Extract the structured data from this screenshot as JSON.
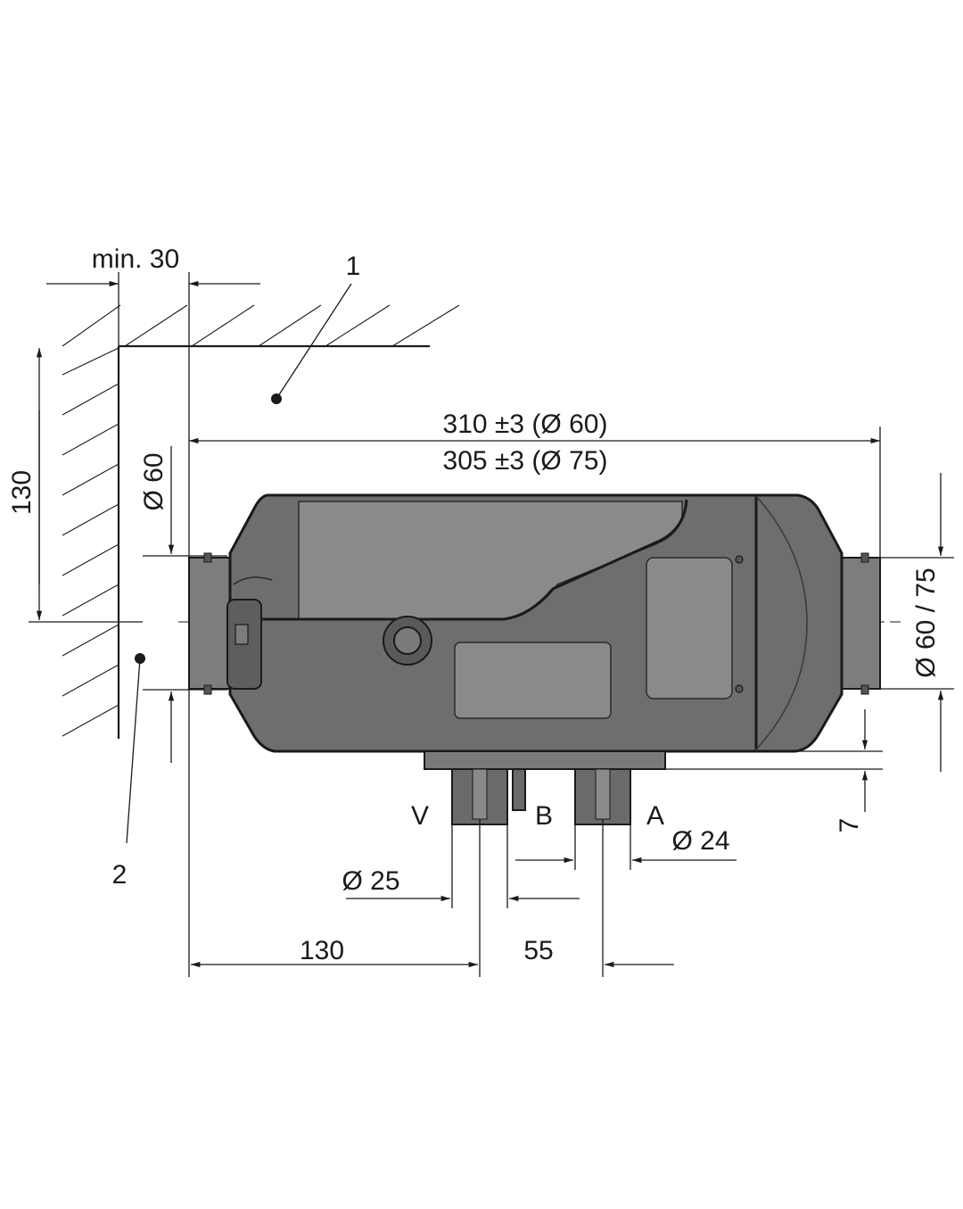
{
  "labels": {
    "min_clearance": "min. 30",
    "callout_1": "1",
    "callout_2": "2",
    "height_left": "130",
    "inlet_dia": "Ø 60",
    "length_60": "310 ±3 (Ø 60)",
    "length_75": "305 ±3 (Ø 75)",
    "outlet_dia": "Ø 60 / 75",
    "offset_7": "7",
    "port_v": "V",
    "port_b": "B",
    "port_a": "A",
    "dia_24": "Ø 24",
    "dia_25": "Ø 25",
    "dist_130": "130",
    "dist_55": "55"
  },
  "colors": {
    "heater_body": "#6e6e6e",
    "line": "#1a1a1a"
  }
}
